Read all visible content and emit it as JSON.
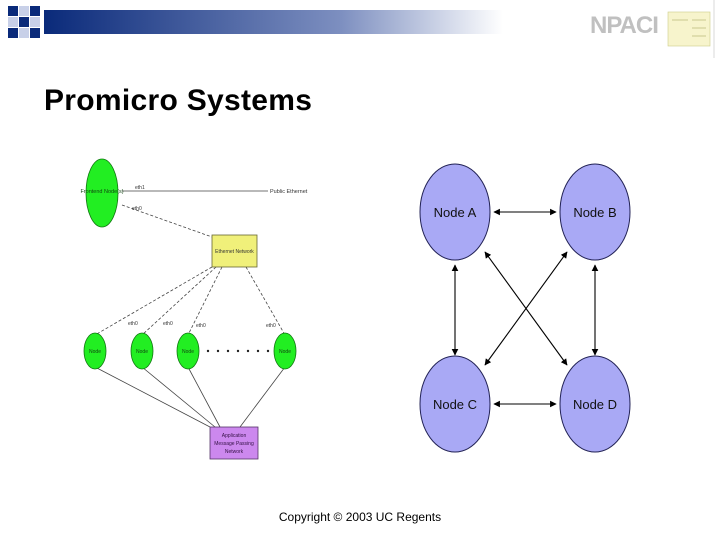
{
  "slide": {
    "title": "Promicro Systems",
    "footer": "Copyright © 2003 UC Regents",
    "header_logo": "NPACI"
  },
  "left_diagram": {
    "frontend": "Frontend Node(s)",
    "eth1": "eth1",
    "eth0": "eth0",
    "public_ethernet": "Public Ethernet",
    "ethernet_network": "Ethernet Network",
    "node_iface_labels": [
      "eth0",
      "eth0",
      "eth0",
      "eth0"
    ],
    "node_label": "Node",
    "app_network": [
      "Application",
      "Message Passing",
      "Network"
    ]
  },
  "right_diagram": {
    "nodes": [
      "Node A",
      "Node B",
      "Node C",
      "Node D"
    ]
  },
  "colors": {
    "node_green": "#22ee22",
    "switch_yellow": "#f0f07a",
    "app_purple": "#cc88ee",
    "node_blue": "#a9a9f5",
    "node_stroke": "#222255",
    "bar_blue": "#0a2a7a"
  }
}
